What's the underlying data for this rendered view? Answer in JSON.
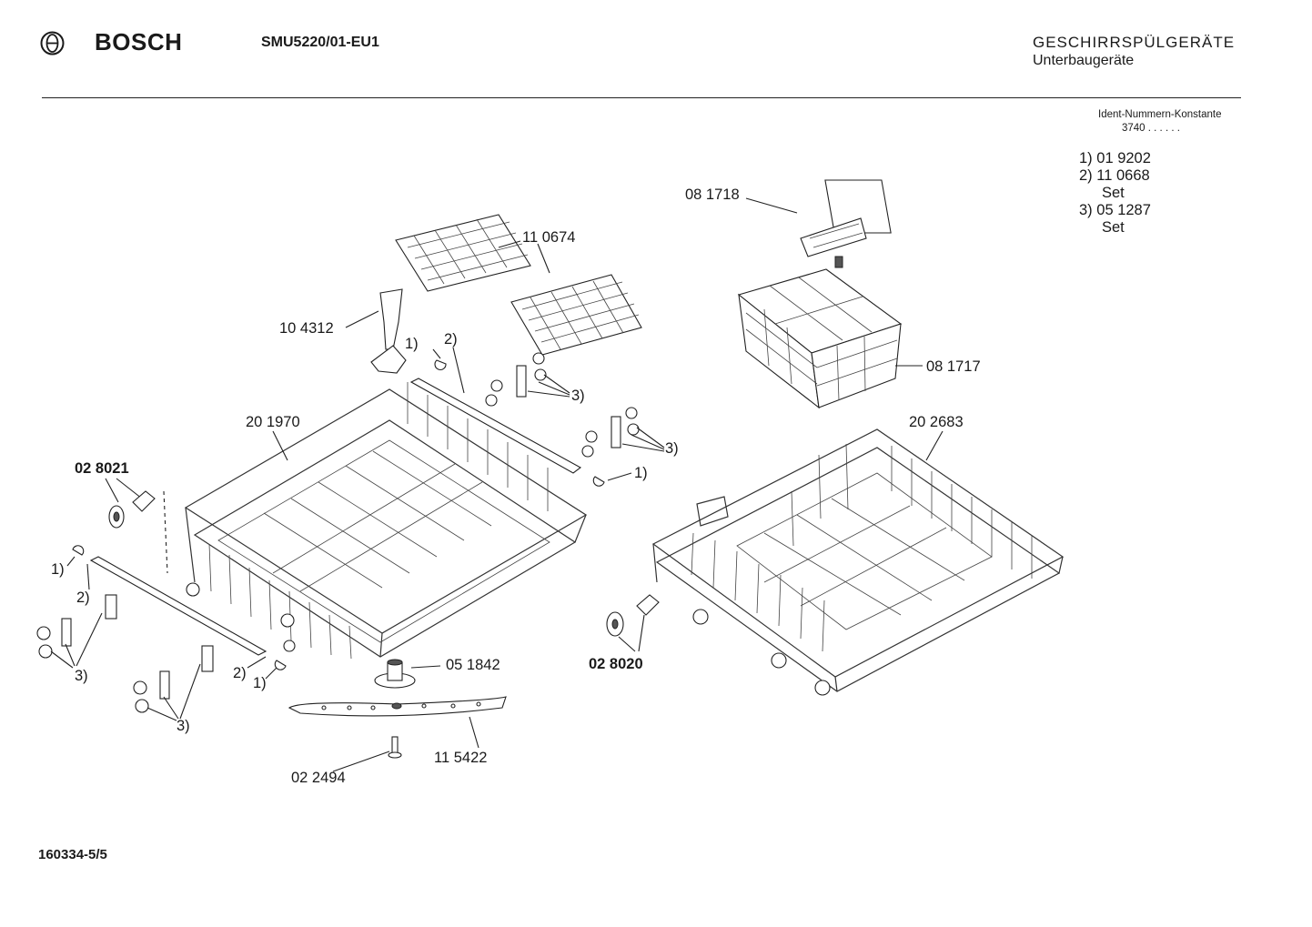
{
  "header": {
    "brand": "BOSCH",
    "logo_icon": "bosch-armature-logo",
    "model": "SMU5220/01-EU1",
    "category_line1": "GESCHIRRSPÜLGERÄTE",
    "category_line2": "Unterbaugeräte"
  },
  "ident": {
    "title": "Ident-Nummern-Konstante",
    "value": "3740  . .   . . . ."
  },
  "legend": [
    {
      "marker": "1)",
      "number": "01  9202",
      "note": ""
    },
    {
      "marker": "2)",
      "number": "11  0668",
      "note": "Set"
    },
    {
      "marker": "3)",
      "number": "05  1287",
      "note": "Set"
    }
  ],
  "diagram": {
    "parts": [
      {
        "id": "p110674",
        "label": "11 0674",
        "bold": false
      },
      {
        "id": "p081718",
        "label": "08 1718",
        "bold": false
      },
      {
        "id": "p104312",
        "label": "10 4312",
        "bold": false
      },
      {
        "id": "p081717",
        "label": "08 1717",
        "bold": false
      },
      {
        "id": "p201970",
        "label": "20 1970",
        "bold": false
      },
      {
        "id": "p202683",
        "label": "20 2683",
        "bold": false
      },
      {
        "id": "p028021",
        "label": "02 8021",
        "bold": true
      },
      {
        "id": "p028020",
        "label": "02 8020",
        "bold": true
      },
      {
        "id": "p051842",
        "label": "05 1842",
        "bold": false
      },
      {
        "id": "p115422",
        "label": "11 5422",
        "bold": false
      },
      {
        "id": "p022494",
        "label": "02 2494",
        "bold": false
      }
    ],
    "callouts": {
      "c1": "1)",
      "c2": "2)",
      "c3": "3)"
    }
  },
  "footer": {
    "code": "160334-5/5"
  }
}
